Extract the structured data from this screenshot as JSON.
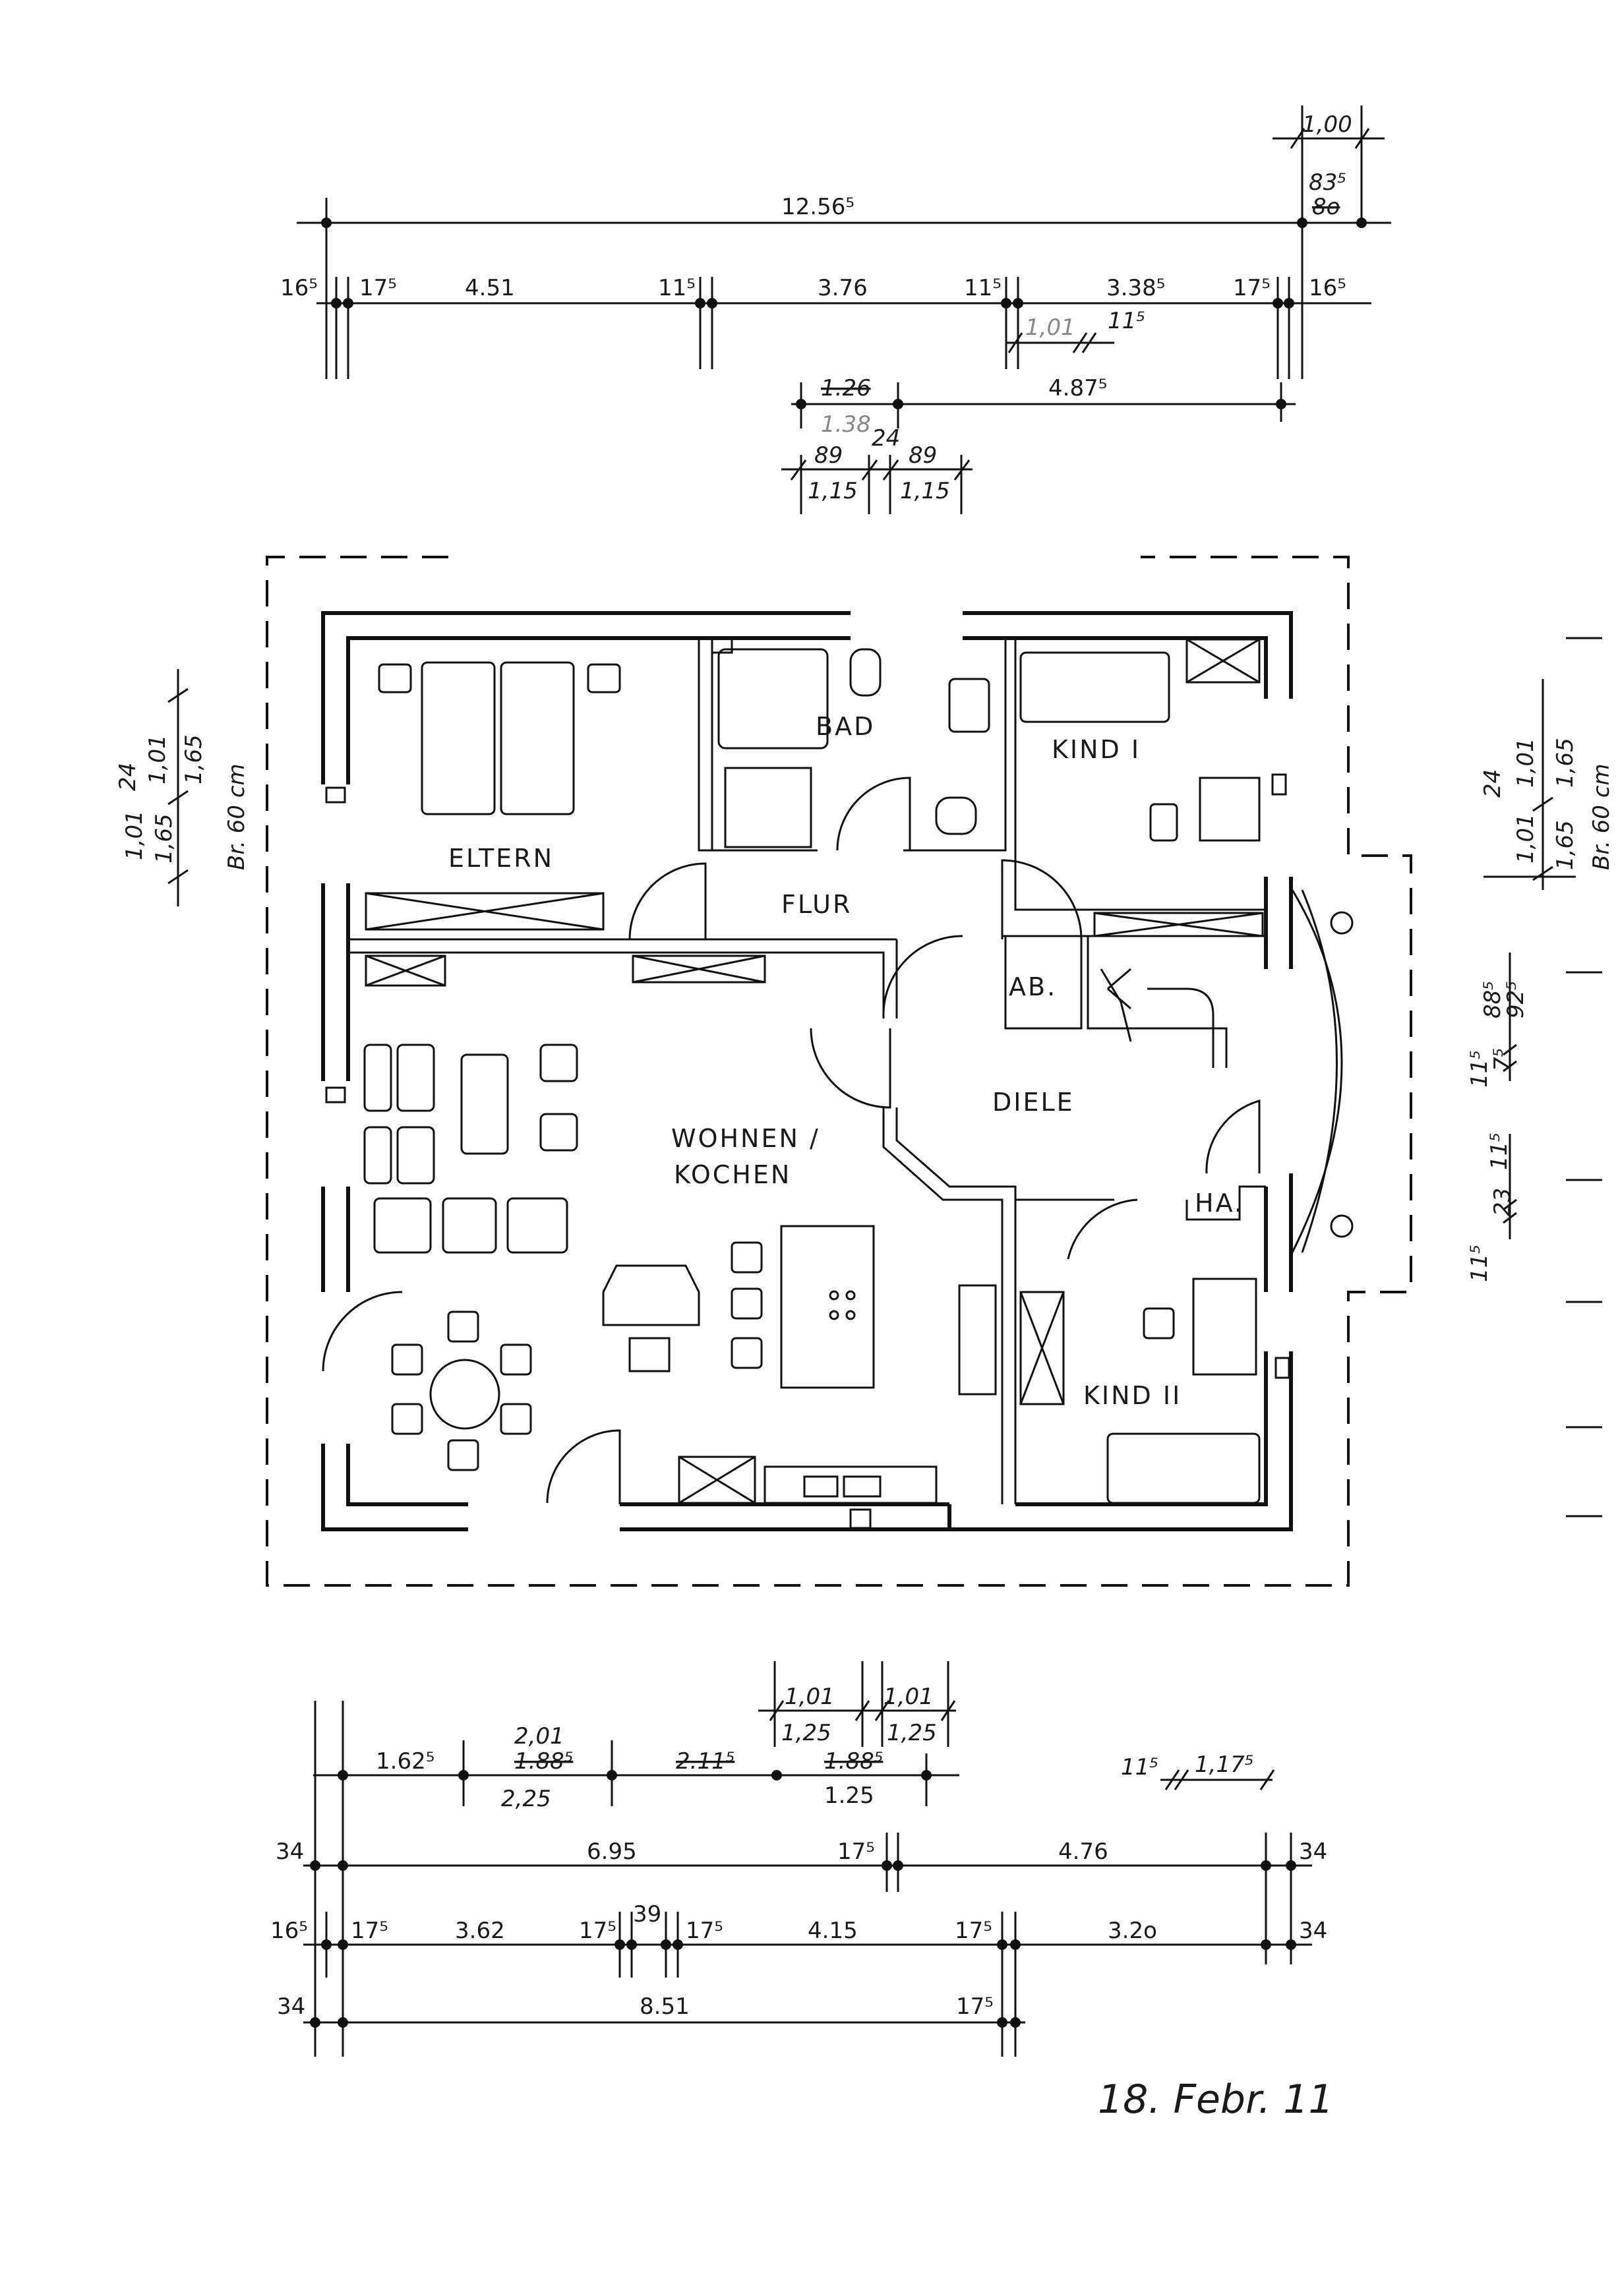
{
  "top_dimensions": {
    "overall": "12.56⁵",
    "right_top": "1,00",
    "right_83": "83⁵",
    "right_80": "8o",
    "row2": [
      "16⁵",
      "17⁵",
      "4.51",
      "11⁵",
      "3.76",
      "11⁵",
      "3.38⁵",
      "17⁵",
      "16⁵"
    ],
    "row3": [
      "1,01",
      "11⁵"
    ],
    "row4": [
      "1.26",
      "1.38",
      "4.87⁵"
    ],
    "row5": [
      "89",
      "24",
      "89"
    ],
    "row6": [
      "1,15",
      "1,15"
    ]
  },
  "rooms": {
    "eltern": "ELTERN",
    "bad": "BAD",
    "kind1": "KIND I",
    "flur": "FLUR",
    "ab": "AB.",
    "diele": "DIELE",
    "wohnen_line1": "WOHNEN /",
    "wohnen_line2": "KOCHEN",
    "ha": "HA.",
    "kind2": "KIND II"
  },
  "side_dimensions": {
    "left": [
      "24",
      "1,01",
      "1,01",
      "1,65",
      "1,65",
      "Br. 60 cm"
    ],
    "right": [
      "24",
      "1,01",
      "1,01",
      "1,65",
      "1,65",
      "Br. 60 cm"
    ],
    "right_mid1": [
      "11⁵",
      "88⁵",
      "92⁵",
      "7⁵"
    ],
    "right_mid2": [
      "11⁵",
      "23",
      "11⁵"
    ]
  },
  "bottom_dimensions": {
    "row1_top": [
      "1,01",
      "1,01",
      "1,25",
      "1,25"
    ],
    "row1": [
      "1.62⁵",
      "2,01",
      "1.88⁵",
      "2,25",
      "2.11⁵",
      "1.88⁵",
      "1.25",
      "11⁵",
      "1,17⁵"
    ],
    "row2": [
      "34",
      "6.95",
      "17⁵",
      "4.76",
      "34"
    ],
    "row3": [
      "16⁵",
      "17⁵",
      "3.62",
      "17⁵",
      "39",
      "17⁵",
      "4.15",
      "17⁵",
      "3.2o",
      "34"
    ],
    "row4": [
      "34",
      "8.51",
      "17⁵"
    ]
  },
  "date": "18. Febr. 11"
}
